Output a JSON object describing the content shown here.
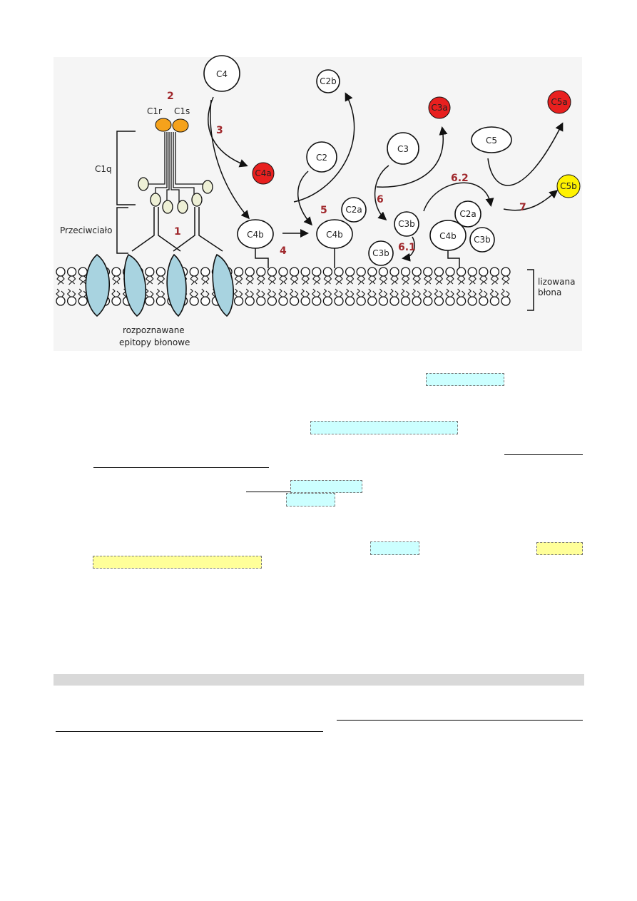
{
  "diagram": {
    "molecules": {
      "c4": "C4",
      "c4a": "C4a",
      "c4b_1": "C4b",
      "c4b_2": "C4b",
      "c4b_3": "C4b",
      "c2": "C2",
      "c2b": "C2b",
      "c2a_1": "C2a",
      "c2a_2": "C2a",
      "c3": "C3",
      "c3a": "C3a",
      "c3b_1": "C3b",
      "c3b_2": "C3b",
      "c3b_3": "C3b",
      "c5": "C5",
      "c5a": "C5a",
      "c5b": "C5b",
      "c1r": "C1r",
      "c1s": "C1s"
    },
    "labels": {
      "c1q": "C1q",
      "antibody": "Przeciwciało",
      "epitopes_1": "rozpoznawane",
      "epitopes_2": "epitopy błonowe",
      "membrane_1": "lizowana",
      "membrane_2": "błona"
    },
    "steps": [
      "1",
      "2",
      "3",
      "4",
      "5",
      "6",
      "6.1",
      "6.2",
      "7"
    ],
    "colors": {
      "red": "#e8201f",
      "yellow": "#fff200",
      "orange": "#f5a21b",
      "antigen": "#a8d3e0",
      "globular": "#eef0d6",
      "step": "#a0282c",
      "highlight_cyan": "#ccffff",
      "highlight_yellow": "#ffff99"
    }
  }
}
